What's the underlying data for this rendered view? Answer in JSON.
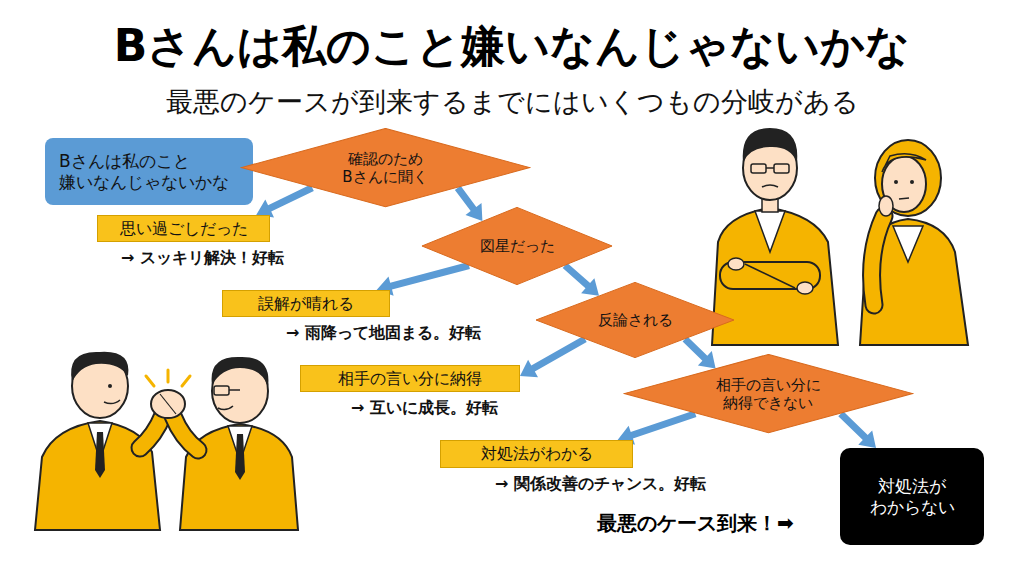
{
  "diagram": {
    "title": "Bさんは私のこと嫌いなんじゃないかな",
    "nodes": [
      {
        "text": [
          "Bさんは私のこと 嫌いなんじゃないかな"
        ]
      },
      {
        "text": [
          "確認のため Bさんに聞く"
        ]
      },
      {
        "text": [
          "思い過ごしだった",
          "→ スッキリ解決！好転"
        ]
      },
      {
        "text": [
          "図星だった"
        ]
      },
      {
        "text": [
          "誤解が晴れる",
          "→ 雨降って地固まる。好転"
        ]
      },
      {
        "text": [
          "反論される"
        ]
      },
      {
        "text": [
          "相手の言い分に納得",
          "→ 互いに成長。好転"
        ]
      },
      {
        "text": [
          "相手の言い分に 納得できない"
        ]
      },
      {
        "text": [
          "対処法がわかる",
          "→ 関係改善のチャンス。好転"
        ]
      },
      {
        "text": [
          "対処法が わからない"
        ]
      }
    ],
    "edges": [
      {
        "from": 0,
        "to": 1,
        "arrow": "to"
      },
      {
        "from": 1,
        "to": 2,
        "arrow": "to"
      },
      {
        "from": 1,
        "to": 3,
        "arrow": "to"
      },
      {
        "from": 3,
        "to": 4,
        "arrow": "to"
      },
      {
        "from": 3,
        "to": 5,
        "arrow": "to"
      },
      {
        "from": 5,
        "to": 6,
        "arrow": "to"
      },
      {
        "from": 5,
        "to": 7,
        "arrow": "to"
      },
      {
        "from": 7,
        "to": 8,
        "arrow": "to"
      },
      {
        "from": 7,
        "to": 9,
        "arrow": "to"
      }
    ],
    "labels": [
      "最悪のケースが到来するまでにはいくつもの分岐がある",
      "最悪のケース到来！➡"
    ]
  }
}
